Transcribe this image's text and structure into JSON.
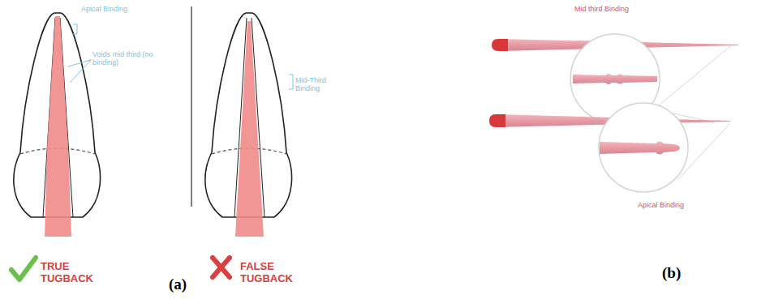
{
  "diagram": {
    "labels": [
      "Apical Binding",
      "Voids mid third (no binding)",
      "Mid-Third Binding",
      "TRUE TUGBACK",
      "FALSE TUGBACK",
      "Mid third Binding",
      "Apical Binding",
      "(a)",
      "(b)"
    ]
  }
}
